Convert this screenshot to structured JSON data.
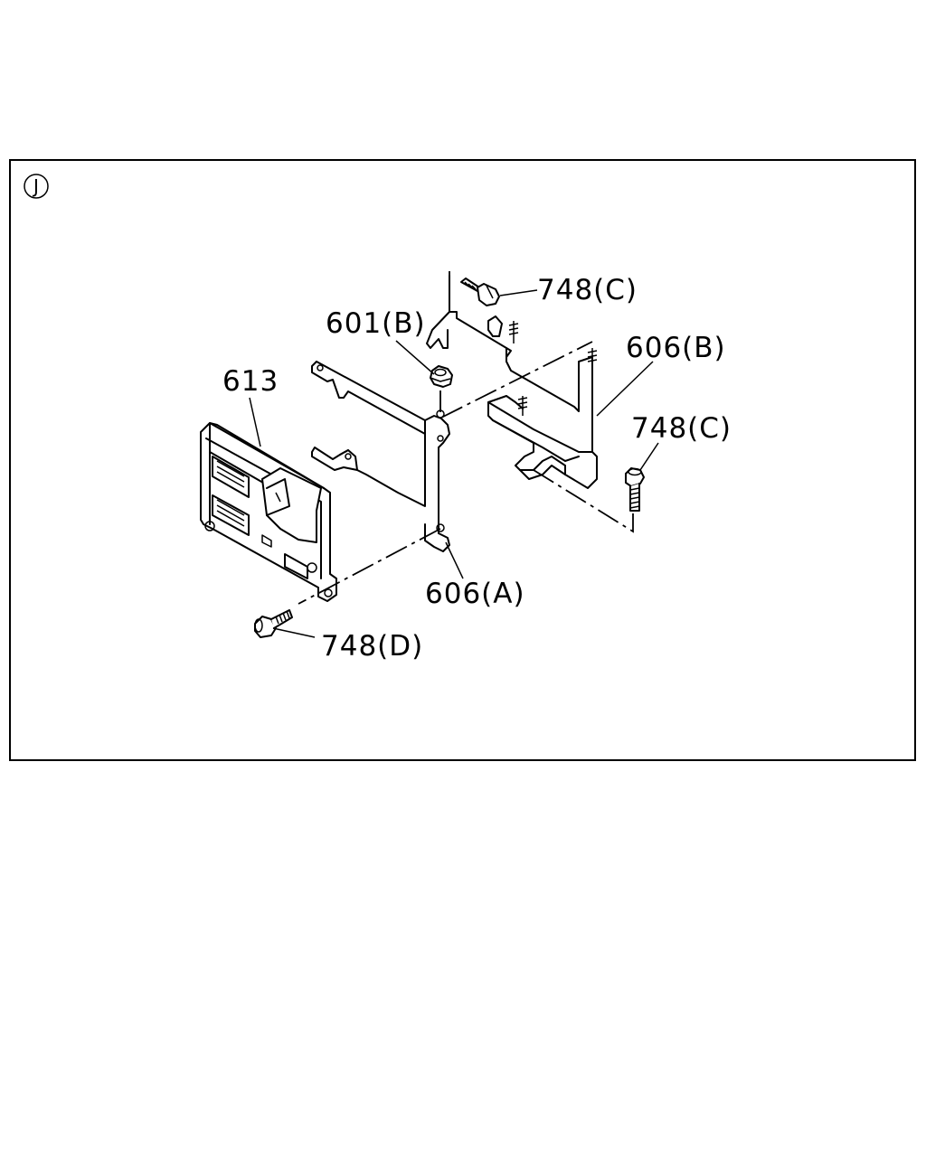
{
  "view_marker": "J",
  "callouts": [
    {
      "id": "748c-top",
      "text": "748(C)"
    },
    {
      "id": "601b",
      "text": "601(B)"
    },
    {
      "id": "606b",
      "text": "606(B)"
    },
    {
      "id": "613",
      "text": "613"
    },
    {
      "id": "748c-right",
      "text": "748(C)"
    },
    {
      "id": "606a",
      "text": "606(A)"
    },
    {
      "id": "748d",
      "text": "748(D)"
    }
  ]
}
